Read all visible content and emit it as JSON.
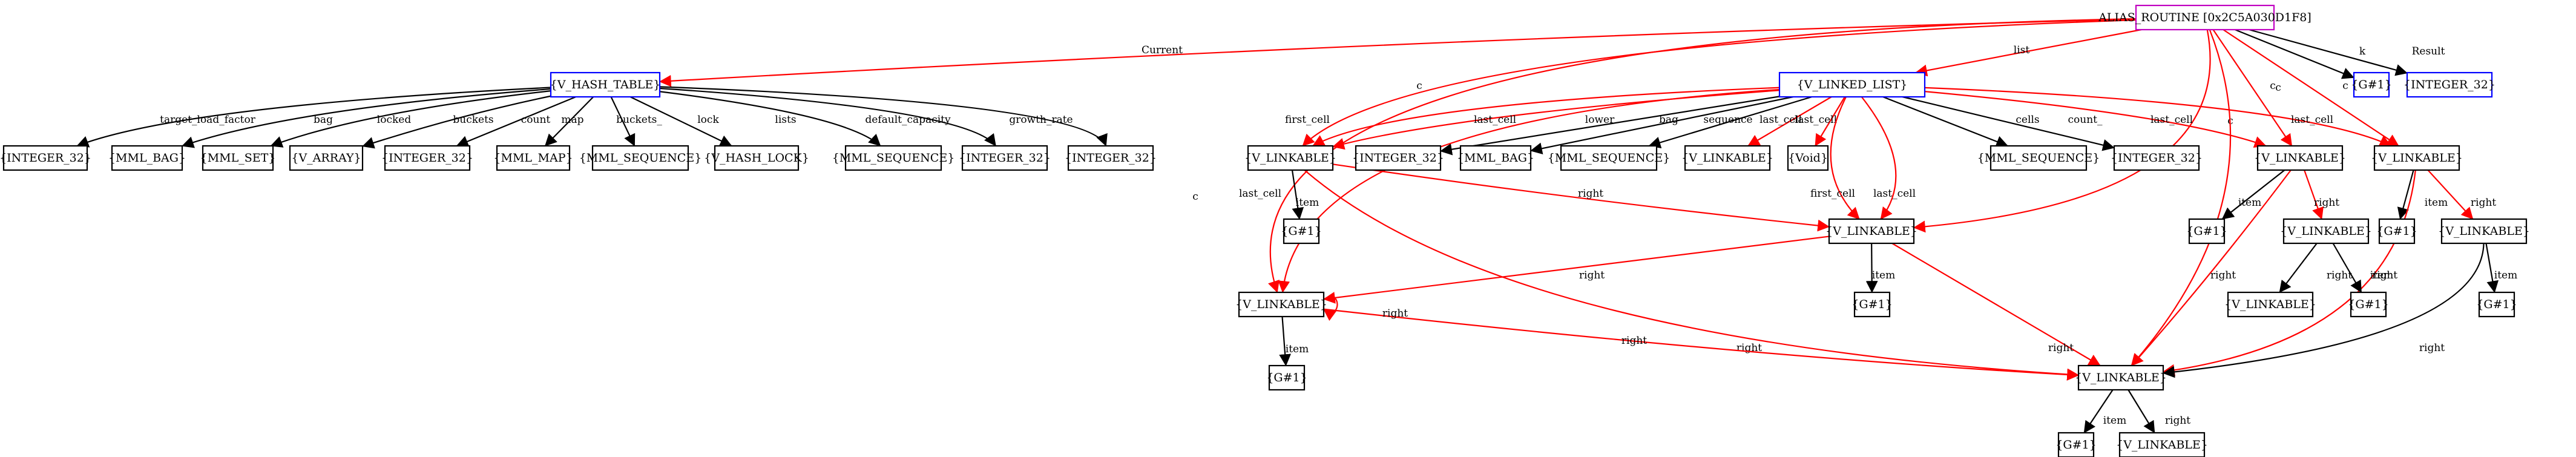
{
  "colors": {
    "root_border": "#c000c0",
    "container_border": "#0000ff",
    "node_border": "#000000",
    "ref_edge": "#ff0000",
    "value_edge": "#000000"
  },
  "nodes": [
    {
      "id": "root",
      "label": "ALIAS_ROUTINE [0x2C5A030D1F8]",
      "kind": "root"
    },
    {
      "id": "ht",
      "label": "{V_HASH_TABLE}",
      "kind": "container"
    },
    {
      "id": "ll",
      "label": "{V_LINKED_LIST}",
      "kind": "container"
    },
    {
      "id": "g_k",
      "label": "{G#1}",
      "kind": "container"
    },
    {
      "id": "int_res",
      "label": "{INTEGER_32}",
      "kind": "container"
    },
    {
      "id": "ht_tlf",
      "label": "{INTEGER_32}",
      "kind": "plain"
    },
    {
      "id": "ht_bag",
      "label": "{MML_BAG}",
      "kind": "plain"
    },
    {
      "id": "ht_set",
      "label": "{MML_SET}",
      "kind": "plain"
    },
    {
      "id": "ht_arr",
      "label": "{V_ARRAY}",
      "kind": "plain"
    },
    {
      "id": "ht_cnt",
      "label": "{INTEGER_32}",
      "kind": "plain"
    },
    {
      "id": "ht_map",
      "label": "{MML_MAP}",
      "kind": "plain"
    },
    {
      "id": "ht_seq",
      "label": "{MML_SEQUENCE}",
      "kind": "plain"
    },
    {
      "id": "ht_lock",
      "label": "{V_HASH_LOCK}",
      "kind": "plain"
    },
    {
      "id": "ht_lists",
      "label": "{MML_SEQUENCE}",
      "kind": "plain"
    },
    {
      "id": "ht_dc",
      "label": "{INTEGER_32}",
      "kind": "plain"
    },
    {
      "id": "ht_gr",
      "label": "{INTEGER_32}",
      "kind": "plain"
    },
    {
      "id": "L1",
      "label": "{V_LINKABLE}",
      "kind": "plain"
    },
    {
      "id": "ll_int",
      "label": "{INTEGER_32}",
      "kind": "plain"
    },
    {
      "id": "ll_bag",
      "label": "{MML_BAG}",
      "kind": "plain"
    },
    {
      "id": "ll_seq",
      "label": "{MML_SEQUENCE}",
      "kind": "plain"
    },
    {
      "id": "ll_vl",
      "label": "{V_LINKABLE}",
      "kind": "plain"
    },
    {
      "id": "ll_void",
      "label": "{Void}",
      "kind": "plain"
    },
    {
      "id": "ll_cells",
      "label": "{MML_SEQUENCE}",
      "kind": "plain"
    },
    {
      "id": "ll_count",
      "label": "{INTEGER_32}",
      "kind": "plain"
    },
    {
      "id": "Lr1",
      "label": "{V_LINKABLE}",
      "kind": "plain"
    },
    {
      "id": "Lr2",
      "label": "{V_LINKABLE}",
      "kind": "plain"
    },
    {
      "id": "g1",
      "label": "{G#1}",
      "kind": "plain"
    },
    {
      "id": "Lmid",
      "label": "{V_LINKABLE}",
      "kind": "plain"
    },
    {
      "id": "g_r1",
      "label": "{G#1}",
      "kind": "plain"
    },
    {
      "id": "Lr1b",
      "label": "{V_LINKABLE}",
      "kind": "plain"
    },
    {
      "id": "g_r2",
      "label": "{G#1}",
      "kind": "plain"
    },
    {
      "id": "Lr2b",
      "label": "{V_LINKABLE}",
      "kind": "plain"
    },
    {
      "id": "Lleft",
      "label": "{V_LINKABLE}",
      "kind": "plain"
    },
    {
      "id": "g_mid",
      "label": "{G#1}",
      "kind": "plain"
    },
    {
      "id": "Lr1c",
      "label": "{V_LINKABLE}",
      "kind": "plain"
    },
    {
      "id": "g_r1b",
      "label": "{G#1}",
      "kind": "plain"
    },
    {
      "id": "g_r2b",
      "label": "{G#1}",
      "kind": "plain"
    },
    {
      "id": "g_left",
      "label": "{G#1}",
      "kind": "plain"
    },
    {
      "id": "Lbot",
      "label": "{V_LINKABLE}",
      "kind": "plain"
    },
    {
      "id": "g_bot",
      "label": "{G#1}",
      "kind": "plain"
    },
    {
      "id": "Lbot_r",
      "label": "{V_LINKABLE}",
      "kind": "plain"
    }
  ],
  "edges": [
    {
      "id": "e1",
      "label": "Current",
      "kind": "ref"
    },
    {
      "id": "e2",
      "label": "c",
      "kind": "ref"
    },
    {
      "id": "e3",
      "label": "c",
      "kind": "ref"
    },
    {
      "id": "e4",
      "label": "list",
      "kind": "ref"
    },
    {
      "id": "e5",
      "label": "c",
      "kind": "ref"
    },
    {
      "id": "e6",
      "label": "c",
      "kind": "ref"
    },
    {
      "id": "e7",
      "label": "c",
      "kind": "ref"
    },
    {
      "id": "e8",
      "label": "c",
      "kind": "ref"
    },
    {
      "id": "e9",
      "label": "k",
      "kind": "value"
    },
    {
      "id": "e10",
      "label": "Result",
      "kind": "value"
    },
    {
      "id": "h1",
      "label": "target_load_factor",
      "kind": "value"
    },
    {
      "id": "h2",
      "label": "bag",
      "kind": "value"
    },
    {
      "id": "h3",
      "label": "locked",
      "kind": "value"
    },
    {
      "id": "h4",
      "label": "buckets",
      "kind": "value"
    },
    {
      "id": "h5",
      "label": "count",
      "kind": "value"
    },
    {
      "id": "h6",
      "label": "map",
      "kind": "value"
    },
    {
      "id": "h7",
      "label": "buckets_",
      "kind": "value"
    },
    {
      "id": "h8",
      "label": "lock",
      "kind": "value"
    },
    {
      "id": "h9",
      "label": "lists",
      "kind": "value"
    },
    {
      "id": "h10",
      "label": "default_capacity",
      "kind": "value"
    },
    {
      "id": "h11",
      "label": "growth_rate",
      "kind": "value"
    },
    {
      "id": "l1",
      "label": "first_cell",
      "kind": "ref"
    },
    {
      "id": "l2",
      "label": "last_cell",
      "kind": "ref"
    },
    {
      "id": "l3",
      "label": "lower",
      "kind": "value"
    },
    {
      "id": "l4",
      "label": "bag",
      "kind": "value"
    },
    {
      "id": "l5",
      "label": "sequence",
      "kind": "value"
    },
    {
      "id": "l6",
      "label": "last_cell",
      "kind": "ref"
    },
    {
      "id": "l7",
      "label": "last_cell",
      "kind": "ref"
    },
    {
      "id": "l8",
      "label": "first_cell",
      "kind": "ref"
    },
    {
      "id": "l9",
      "label": "last_cell",
      "kind": "ref"
    },
    {
      "id": "l10",
      "label": "cells",
      "kind": "value"
    },
    {
      "id": "l11",
      "label": "count_",
      "kind": "value"
    },
    {
      "id": "l12",
      "label": "last_cell",
      "kind": "ref"
    },
    {
      "id": "l13",
      "label": "last_cell",
      "kind": "ref"
    },
    {
      "id": "l14",
      "label": "last_cell",
      "kind": "ref"
    },
    {
      "id": "a1",
      "label": "item",
      "kind": "value"
    },
    {
      "id": "a2",
      "label": "right",
      "kind": "ref"
    },
    {
      "id": "a3",
      "label": "right",
      "kind": "ref"
    },
    {
      "id": "b1",
      "label": "item",
      "kind": "value"
    },
    {
      "id": "b2",
      "label": "right",
      "kind": "ref"
    },
    {
      "id": "b3",
      "label": "right",
      "kind": "ref"
    },
    {
      "id": "c1",
      "label": "item",
      "kind": "value"
    },
    {
      "id": "c2",
      "label": "right",
      "kind": "ref"
    },
    {
      "id": "c3",
      "label": "right",
      "kind": "ref"
    },
    {
      "id": "d1",
      "label": "item",
      "kind": "value"
    },
    {
      "id": "d2",
      "label": "right",
      "kind": "ref"
    },
    {
      "id": "d3",
      "label": "right",
      "kind": "ref"
    },
    {
      "id": "f1",
      "label": "right",
      "kind": "value"
    },
    {
      "id": "f2",
      "label": "item",
      "kind": "value"
    },
    {
      "id": "g1e",
      "label": "item",
      "kind": "value"
    },
    {
      "id": "g2e",
      "label": "right",
      "kind": "value"
    },
    {
      "id": "m1",
      "label": "item",
      "kind": "value"
    },
    {
      "id": "m2",
      "label": "right",
      "kind": "ref"
    },
    {
      "id": "m3",
      "label": "right",
      "kind": "ref"
    },
    {
      "id": "z1",
      "label": "item",
      "kind": "value"
    },
    {
      "id": "z2",
      "label": "right",
      "kind": "value"
    }
  ]
}
